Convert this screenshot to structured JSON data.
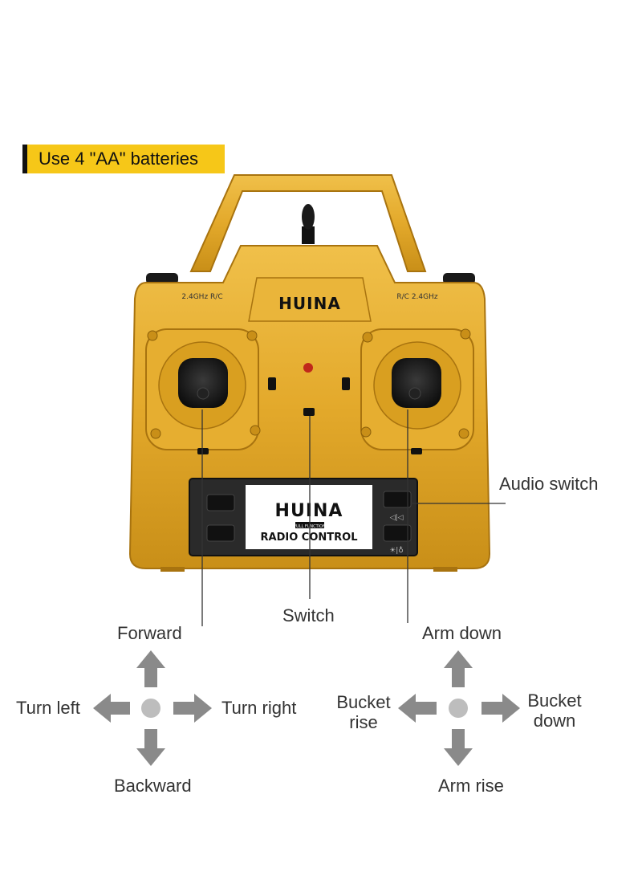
{
  "banner": {
    "text": "Use 4 \"AA\" batteries"
  },
  "controller": {
    "brand": "HUINA",
    "left_badge": "2.4GHz R/C",
    "right_badge": "R/C 2.4GHz",
    "panel_brand": "HUINA",
    "panel_subtitle": "FULL FUNCTION",
    "panel_title": "RADIO CONTROL"
  },
  "callouts": {
    "audio_switch": "Audio switch",
    "switch": "Switch"
  },
  "left_stick": {
    "up": "Forward",
    "left": "Turn left",
    "right": "Turn right",
    "down": "Backward"
  },
  "right_stick": {
    "up": "Arm down",
    "left_line1": "Bucket",
    "left_line2": "rise",
    "right_line1": "Bucket",
    "right_line2": "down",
    "down": "Arm rise"
  },
  "colors": {
    "body": "#e3a92b",
    "body_dark": "#b07a12",
    "banner": "#f6c718",
    "arrow": "#8a8a8a"
  }
}
